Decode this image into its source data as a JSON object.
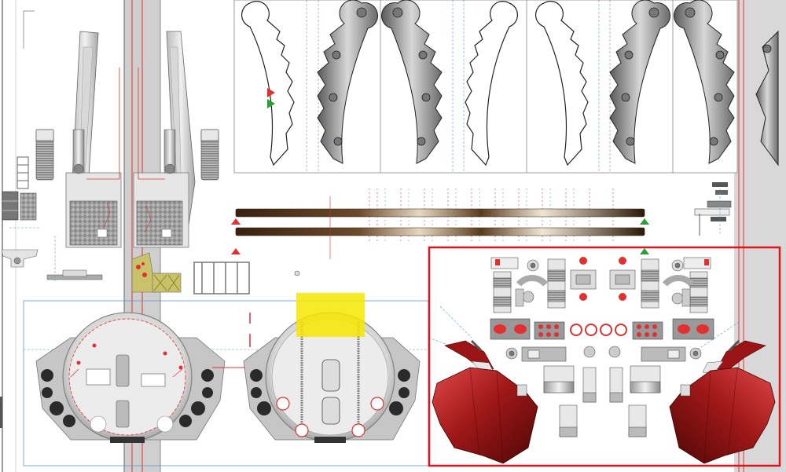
{
  "document": {
    "type": "papercraft-template-layout",
    "background": "#ffffff",
    "page_border": "#7a7a7a"
  },
  "regions": {
    "ramp_parts": "ramp-arm-pieces",
    "gear_panel": "gear-fins-strip",
    "pod_parts": "escape-pod-halves",
    "selection": "selected-parts-group"
  },
  "colors": {
    "selection_outline": "#e0141a",
    "highlight_fill": "#f5e800",
    "hull_red": "#9b1416",
    "hull_red_light": "#d43a3a",
    "guide_red": "#e23030",
    "guide_blue": "#5b9ad6",
    "guide_green": "#2aa03a",
    "column_gray": "#cfcfcf",
    "right_gutter": "#d8d8d8"
  },
  "icons": {
    "marker_red": "red-triangle-marker",
    "marker_green": "green-triangle-marker"
  }
}
